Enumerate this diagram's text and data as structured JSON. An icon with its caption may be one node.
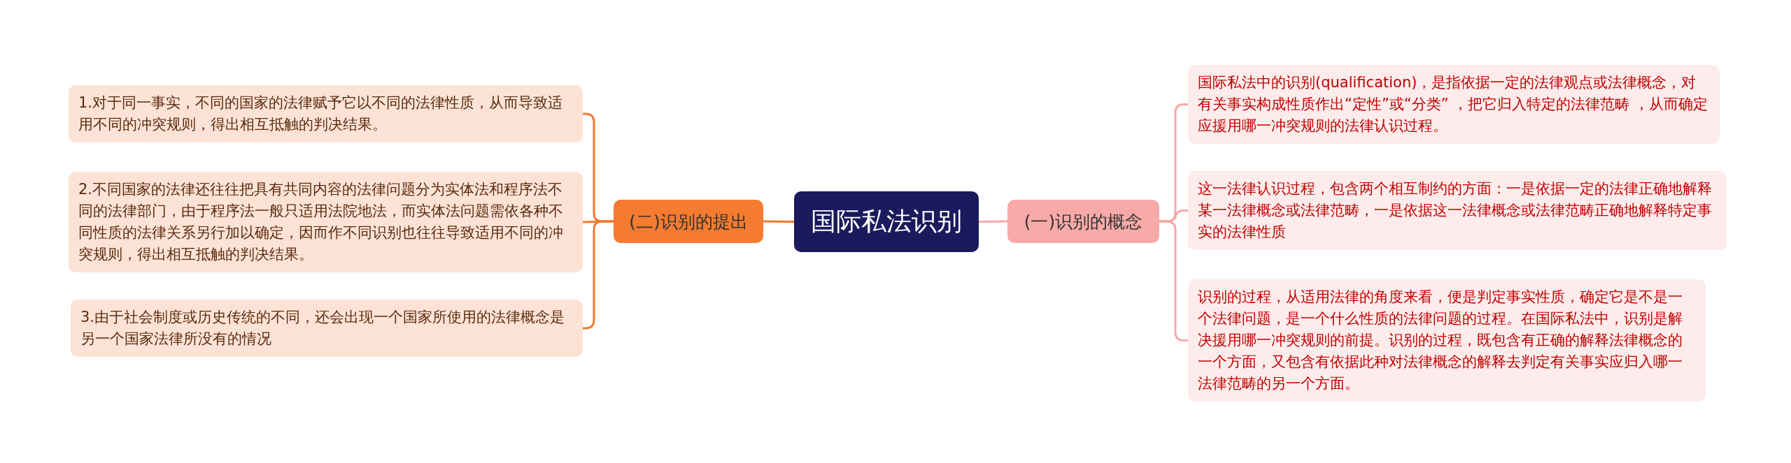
{
  "diagram": {
    "nodes": [
      {
        "text": [
          "国际私法识别"
        ]
      },
      {
        "text": [
          "(一)识别的概念"
        ]
      },
      {
        "text": [
          "国际私法中的识别(qualification)，是指依据一定的法律观点或法律概念，对有关事实构成性质作出“定性”或“分类” ，把它归入特定的法律范畴 ，从而确定应援用哪一冲突规则的法律认识过程。"
        ]
      },
      {
        "text": [
          "这一法律认识过程，包含两个相互制约的方面：一是依据一定的法律正确地解释某一法律概念或法律范畴，一是依据这一法律概念或法律范畴正确地解释特定事实的法律性质"
        ]
      },
      {
        "text": [
          "识别的过程，从适用法律的角度来看，便是判定事实性质，确定它是不是一个法律问题，是一个什么性质的法律问题的过程。在国际私法中，识别是解决援用哪一冲突规则的前提。识别的过程，既包含有正确的解释法律概念的一个方面，又包含有依据此种对法律概念的解释去判定有关事实应归入哪一法律范畴的另一个方面。"
        ]
      },
      {
        "text": [
          "(二)识别的提出"
        ]
      },
      {
        "text": [
          "1.对于同一事实，不同的国家的法律赋予它以不同的法律性质，从而导致适用不同的冲突规则，得出相互抵触的判决结果。"
        ]
      },
      {
        "text": [
          "2.不同国家的法律还往往把具有共同内容的法律问题分为实体法和程序法不同的法律部门，由于程序法一般只适用法院地法，而实体法问题需依各种不同性质的法律关系另行加以确定，因而作不同识别也往往导致适用不同的冲突规则，得出相互抵触的判决结果。"
        ]
      },
      {
        "text": [
          "3.由于社会制度或历史传统的不同，还会出现一个国家所使用的法律概念是另一个国家法律所没有的情况"
        ]
      }
    ],
    "edges": [
      {
        "from": 0,
        "to": 1,
        "arrow": "none",
        "color": "#f4a9a8"
      },
      {
        "from": 1,
        "to": 2,
        "arrow": "none",
        "color": "#f4a9a8"
      },
      {
        "from": 1,
        "to": 3,
        "arrow": "none",
        "color": "#f4a9a8"
      },
      {
        "from": 1,
        "to": 4,
        "arrow": "none",
        "color": "#f4a9a8"
      },
      {
        "from": 0,
        "to": 5,
        "arrow": "none",
        "color": "#f07a32"
      },
      {
        "from": 5,
        "to": 6,
        "arrow": "none",
        "color": "#f07a32"
      },
      {
        "from": 5,
        "to": 7,
        "arrow": "none",
        "color": "#f07a32"
      },
      {
        "from": 5,
        "to": 8,
        "arrow": "none",
        "color": "#f07a32"
      }
    ]
  }
}
